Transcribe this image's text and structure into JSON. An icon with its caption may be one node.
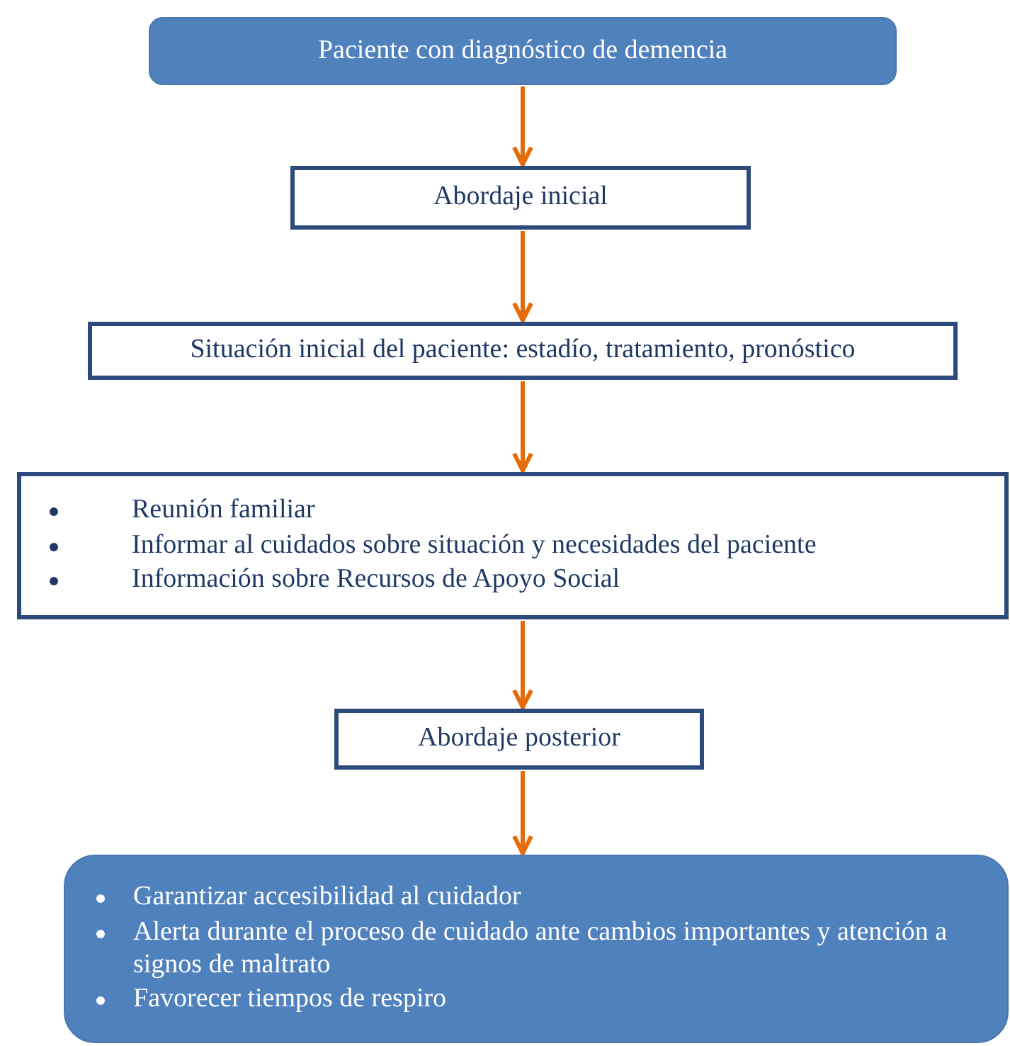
{
  "diagram": {
    "nodes": [
      {
        "text": [
          "Paciente con diagnóstico de demencia"
        ]
      },
      {
        "text": [
          "Abordaje inicial"
        ]
      },
      {
        "text": [
          "Situación inicial del paciente: estadío, tratamiento, pronóstico"
        ]
      },
      {
        "text": [
          "Reunión familiar",
          "Informar al cuidados sobre situación y necesidades del paciente",
          "Información sobre Recursos de Apoyo Social"
        ]
      },
      {
        "text": [
          "Abordaje posterior"
        ]
      },
      {
        "text": [
          "Garantizar accesibilidad al cuidador",
          "Alerta durante el proceso de cuidado ante cambios importantes y atención a signos de maltrato",
          "Favorecer tiempos de respiro"
        ]
      }
    ],
    "edges": [
      {
        "from": 0,
        "to": 1,
        "arrow": "to"
      },
      {
        "from": 1,
        "to": 2,
        "arrow": "to"
      },
      {
        "from": 2,
        "to": 3,
        "arrow": "to"
      },
      {
        "from": 3,
        "to": 4,
        "arrow": "to"
      },
      {
        "from": 4,
        "to": 5,
        "arrow": "to"
      }
    ]
  }
}
